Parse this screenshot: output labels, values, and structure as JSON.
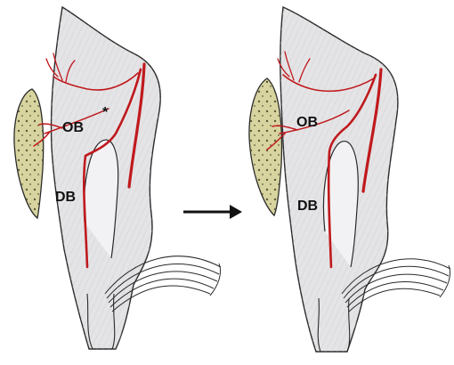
{
  "colors": {
    "background": "#ffffff",
    "outline": "#2a2a2a",
    "tissue": "#e4e4e6",
    "tissue_shade": "#c9c9cd",
    "muscle": "#d8d4a0",
    "muscle_dots": "#5a5a3a",
    "artery": "#c0191d",
    "arrow": "#111111"
  },
  "panels": [
    {
      "name": "left",
      "labels": {
        "ob": "OB",
        "db": "DB",
        "marker": "*"
      }
    },
    {
      "name": "right",
      "labels": {
        "ob": "OB",
        "db": "DB"
      }
    }
  ],
  "arrow": {
    "icon": "right-arrow-icon"
  }
}
